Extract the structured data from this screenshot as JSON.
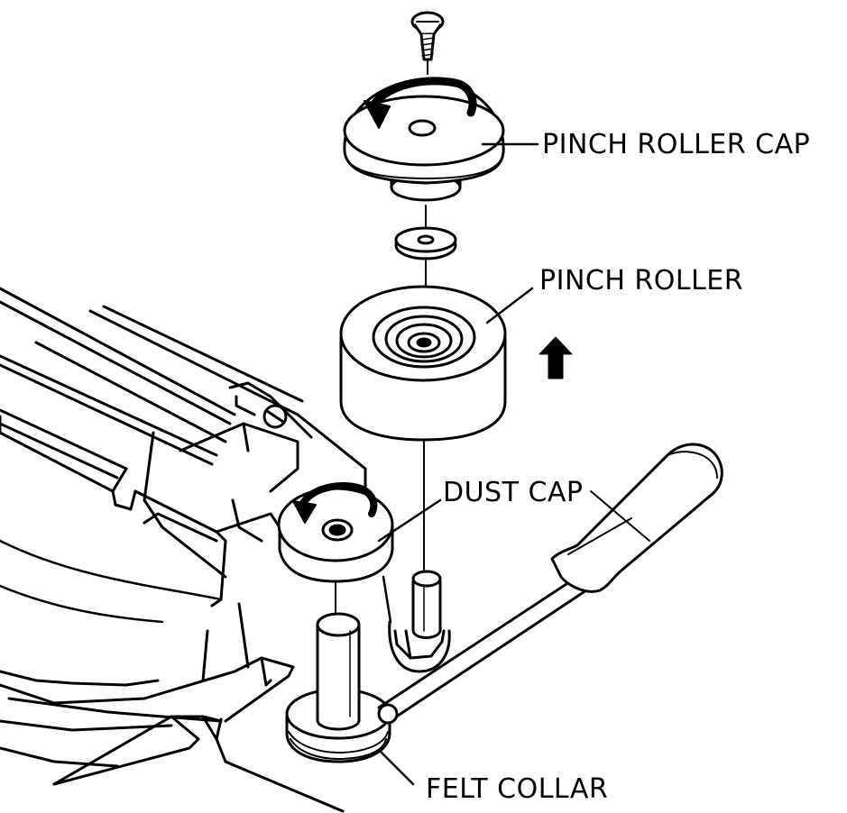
{
  "labels": {
    "pinch_roller_cap": "PINCH ROLLER CAP",
    "pinch_roller": "PINCH ROLLER",
    "dust_cap": "DUST CAP",
    "felt_collar": "FELT COLLAR"
  },
  "colors": {
    "ink": "#000000",
    "paper": "#ffffff"
  }
}
